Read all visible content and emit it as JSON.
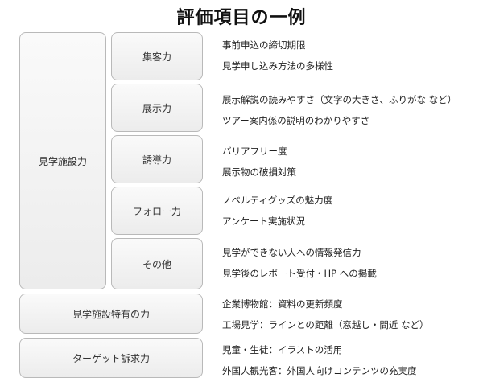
{
  "title": "評価項目の一例",
  "main_category": "見学施設力",
  "subcategories": [
    {
      "label": "集客力",
      "items": [
        "事前申込の締切期限",
        "見学申し込み方法の多様性"
      ]
    },
    {
      "label": "展示力",
      "items": [
        "展示解説の読みやすさ（文字の大きさ、ふりがな など）",
        "ツアー案内係の説明のわかりやすさ"
      ]
    },
    {
      "label": "誘導力",
      "items": [
        "バリアフリー度",
        "展示物の破損対策"
      ]
    },
    {
      "label": "フォロー力",
      "items": [
        "ノベルティグッズの魅力度",
        "アンケート実施状況"
      ]
    },
    {
      "label": "その他",
      "items": [
        "見学ができない人への情報発信力",
        "見学後のレポート受付・HP への掲載"
      ]
    }
  ],
  "categories": [
    {
      "label": "見学施設特有の力",
      "items": [
        "企業博物館：資料の更新頻度",
        "工場見学：ラインとの距離（窓越し・間近 など）"
      ]
    },
    {
      "label": "ターゲット訴求力",
      "items": [
        "児童・生徒：イラストの活用",
        "外国人観光客：外国人向けコンテンツの充実度"
      ]
    }
  ]
}
